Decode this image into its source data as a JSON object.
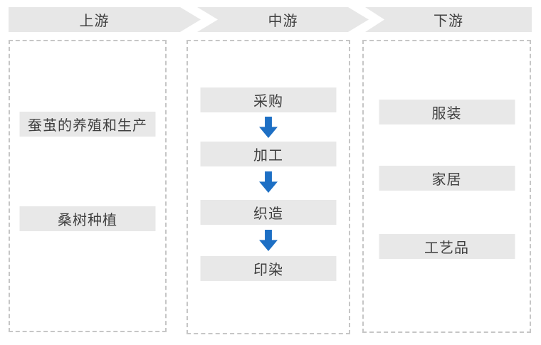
{
  "colors": {
    "banner_fill": "#e7e7e7",
    "node_fill": "#e8e8e8",
    "text": "#3f3f3f",
    "arrow_blue": "#1d6fc4",
    "dashed_border": "#c6c6c6"
  },
  "stages": [
    {
      "label": "上游",
      "items": [
        "蚕茧的养殖和生产",
        "桑树种植"
      ]
    },
    {
      "label": "中游",
      "items": [
        "采购",
        "加工",
        "织造",
        "印染"
      ]
    },
    {
      "label": "下游",
      "items": [
        "服装",
        "家居",
        "工艺品"
      ]
    }
  ]
}
